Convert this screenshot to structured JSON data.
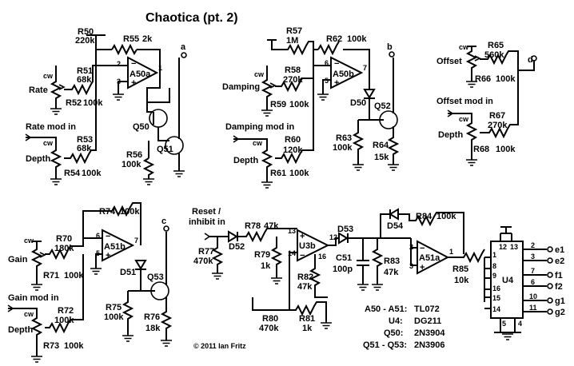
{
  "title": "Chaotica (pt. 2)",
  "copyright": "© 2011 Ian Fritz",
  "blocks": {
    "a": {
      "output": "a",
      "resistors": [
        {
          "ref": "R50",
          "value": "220k"
        },
        {
          "ref": "R55",
          "value": "2k"
        },
        {
          "ref": "R51",
          "value": "68k"
        },
        {
          "ref": "R52",
          "value": "100k"
        },
        {
          "ref": "R53",
          "value": "68k"
        },
        {
          "ref": "R54",
          "value": "100k"
        },
        {
          "ref": "R56",
          "value": "100k"
        }
      ],
      "opamp": "A50a",
      "pins": {
        "plus": "3",
        "minus": "2",
        "out": "1"
      },
      "transistors": [
        "Q50",
        "Q51"
      ],
      "labels": {
        "rate": "Rate",
        "rate_mod": "Rate mod in",
        "depth": "Depth",
        "cw": "cw"
      }
    },
    "b": {
      "output": "b",
      "resistors": [
        {
          "ref": "R57",
          "value": "1M"
        },
        {
          "ref": "R62",
          "value": "100k"
        },
        {
          "ref": "R58",
          "value": "270k"
        },
        {
          "ref": "R59",
          "value": "100k"
        },
        {
          "ref": "R60",
          "value": "120k"
        },
        {
          "ref": "R61",
          "value": "100k"
        },
        {
          "ref": "R63",
          "value": "100k"
        },
        {
          "ref": "R64",
          "value": "15k"
        }
      ],
      "opamp": "A50b",
      "pins": {
        "plus": "5",
        "minus": "6",
        "out": "7"
      },
      "diode": "D50",
      "transistor": "Q52",
      "labels": {
        "damping": "Damping",
        "damping_mod": "Damping mod in",
        "depth": "Depth",
        "cw": "cw"
      }
    },
    "d": {
      "output": "d",
      "resistors": [
        {
          "ref": "R65",
          "value": "560k"
        },
        {
          "ref": "R66",
          "value": "100k"
        },
        {
          "ref": "R67",
          "value": "270k"
        },
        {
          "ref": "R68",
          "value": "100k"
        }
      ],
      "labels": {
        "offset": "Offset",
        "offset_mod": "Offset mod in",
        "depth": "Depth",
        "cw": "cw"
      }
    },
    "c": {
      "output": "c",
      "resistors": [
        {
          "ref": "R74",
          "value": "100k"
        },
        {
          "ref": "R70",
          "value": "180k"
        },
        {
          "ref": "R71",
          "value": "100k"
        },
        {
          "ref": "R72",
          "value": "100k"
        },
        {
          "ref": "R73",
          "value": "100k"
        },
        {
          "ref": "R75",
          "value": "100k"
        },
        {
          "ref": "R76",
          "value": "18k"
        }
      ],
      "opamp": "A51b",
      "pins": {
        "plus": "5",
        "minus": "6",
        "out": "7"
      },
      "diode": "D51",
      "transistor": "Q53",
      "labels": {
        "gain": "Gain",
        "gain_mod": "Gain mod in",
        "depth": "Depth",
        "cw": "cw"
      }
    },
    "reset": {
      "label_line1": "Reset /",
      "label_line2": "inhibit in",
      "resistors": [
        {
          "ref": "R77",
          "value": "470k"
        },
        {
          "ref": "R78",
          "value": "47k"
        },
        {
          "ref": "R79",
          "value": "1k"
        },
        {
          "ref": "R80",
          "value": "470k"
        },
        {
          "ref": "R81",
          "value": "1k"
        },
        {
          "ref": "R82",
          "value": "47k"
        },
        {
          "ref": "R83",
          "value": "47k"
        },
        {
          "ref": "R84",
          "value": "100k"
        },
        {
          "ref": "R85",
          "value": "10k"
        }
      ],
      "diodes": [
        "D52",
        "D53",
        "D54"
      ],
      "comparator": "U3b",
      "comp_pins": {
        "plus": "13",
        "minus": "14",
        "out": "12",
        "p16": "16"
      },
      "capacitor": {
        "ref": "C51",
        "value": "100p"
      },
      "opamp": "A51a",
      "op_pins": {
        "minus": "2",
        "plus": "3",
        "out": "1"
      }
    }
  },
  "switch_chip": {
    "ref": "U4",
    "left_pins": [
      "1",
      "8",
      "9",
      "16",
      "15",
      "14"
    ],
    "top_pins": [
      "12",
      "13"
    ],
    "bottom_pins": [
      "5",
      "4"
    ],
    "right_pins": [
      "2",
      "3",
      "7",
      "6",
      "10",
      "11"
    ],
    "outputs": [
      "e1",
      "e2",
      "f1",
      "f2",
      "g1",
      "g2"
    ]
  },
  "parts_list": [
    {
      "ref": "A50 - A51:",
      "part": "TL072"
    },
    {
      "ref": "U4:",
      "part": "DG211"
    },
    {
      "ref": "Q50:",
      "part": "2N3904"
    },
    {
      "ref": "Q51 - Q53:",
      "part": "2N3906"
    }
  ]
}
